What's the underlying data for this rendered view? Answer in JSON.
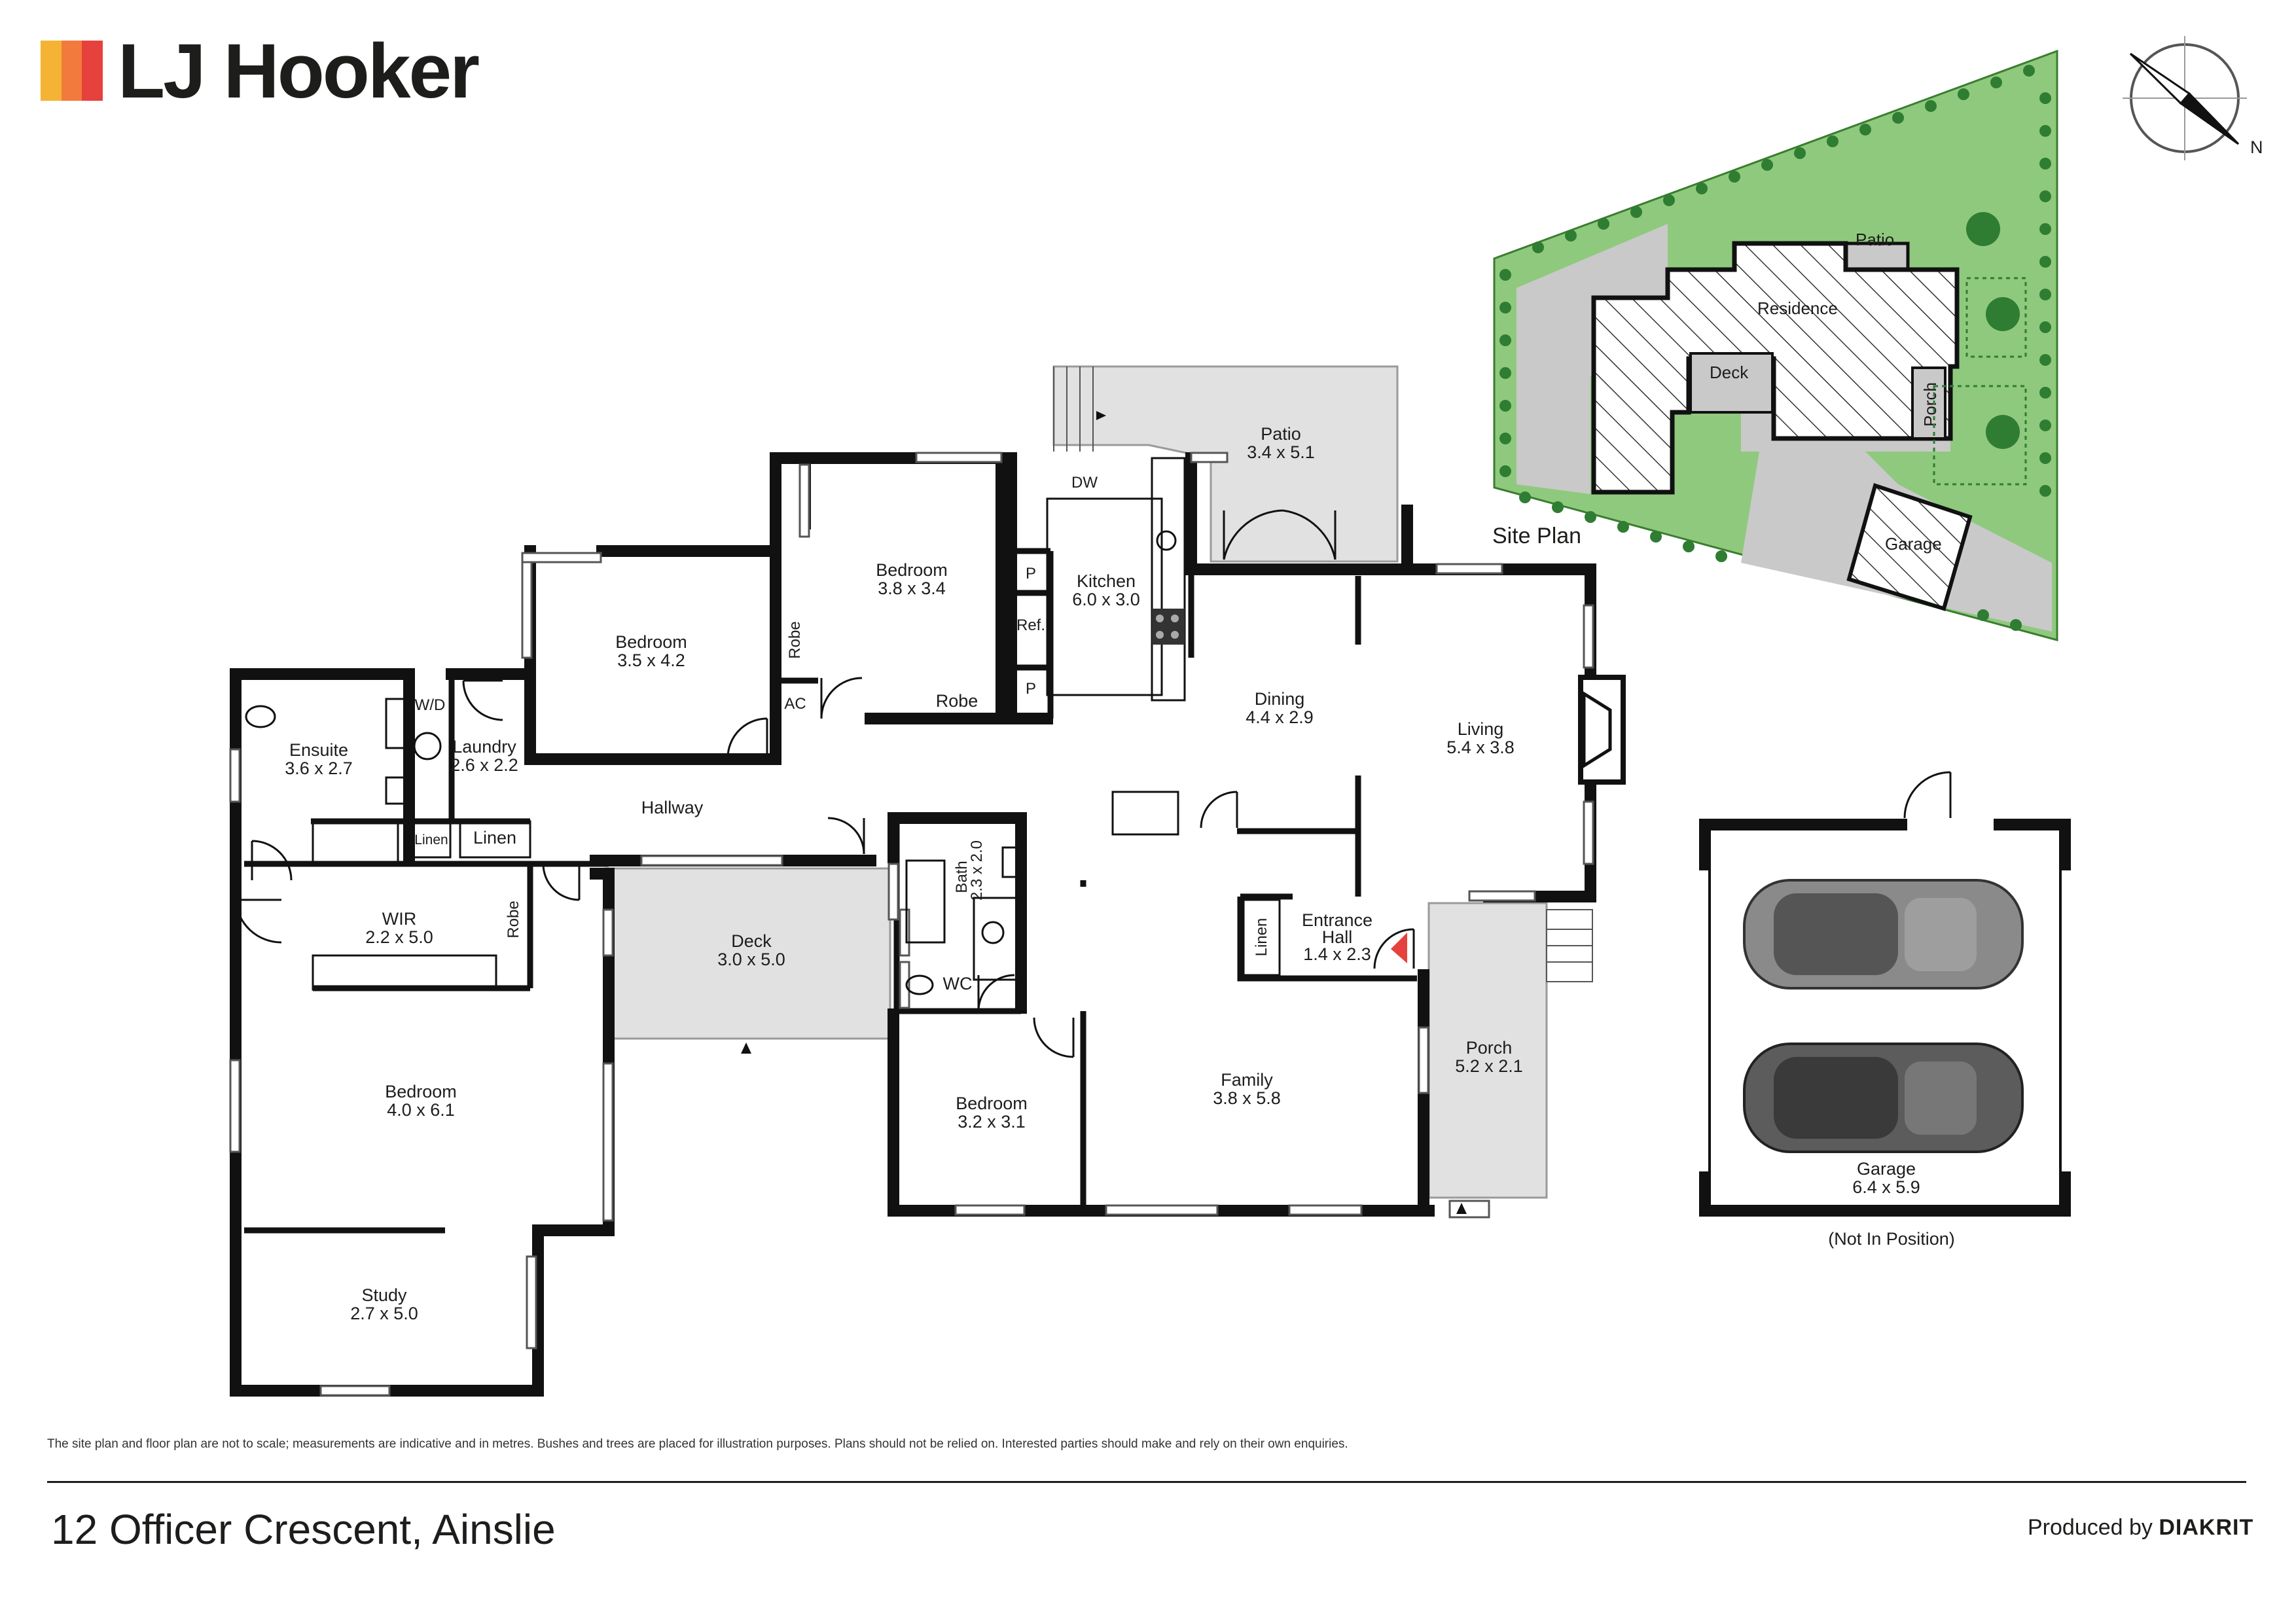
{
  "brand": {
    "name": "LJ Hooker",
    "colors": [
      "#f5b335",
      "#f27a3c",
      "#e6423d"
    ]
  },
  "compass": {
    "label": "N"
  },
  "site_plan": {
    "title": "Site Plan",
    "labels": {
      "patio": "Patio",
      "residence": "Residence",
      "deck": "Deck",
      "porch": "Porch",
      "garage": "Garage"
    }
  },
  "rooms": {
    "patio": {
      "name": "Patio",
      "size": "3.4 x 5.1"
    },
    "dw": "DW",
    "kitchen": {
      "name": "Kitchen",
      "size": "6.0 x 3.0"
    },
    "pantry1": "P",
    "ref": "Ref.",
    "pantry2": "P",
    "bedroom_ne": {
      "name": "Bedroom",
      "size": "3.8 x 3.4"
    },
    "robe_ne": "Robe",
    "bedroom_n": {
      "name": "Bedroom",
      "size": "3.5 x 4.2"
    },
    "robe_n": "Robe",
    "ac": "AC",
    "dining": {
      "name": "Dining",
      "size": "4.4 x 2.9"
    },
    "living": {
      "name": "Living",
      "size": "5.4 x 3.8"
    },
    "ensuite": {
      "name": "Ensuite",
      "size": "3.6 x 2.7"
    },
    "wd": "W/D",
    "laundry": {
      "name": "Laundry",
      "size": "2.6 x 2.2"
    },
    "hallway": "Hallway",
    "linen_small": "Linen",
    "linen_hall": "Linen",
    "wir": {
      "name": "WIR",
      "size": "2.2 x 5.0"
    },
    "robe_w": "Robe",
    "deck": {
      "name": "Deck",
      "size": "3.0 x 5.0"
    },
    "bath": {
      "name": "Bath",
      "size": "2.3 x 2.0"
    },
    "wc": "WC",
    "linen_entry": "Linen",
    "entrance_hall": {
      "name": "Entrance",
      "name2": "Hall",
      "size": "1.4 x 2.3"
    },
    "bedroom_main": {
      "name": "Bedroom",
      "size": "4.0 x 6.1"
    },
    "bedroom_s": {
      "name": "Bedroom",
      "size": "3.2 x 3.1"
    },
    "family": {
      "name": "Family",
      "size": "3.8 x 5.8"
    },
    "porch": {
      "name": "Porch",
      "size": "5.2 x 2.1"
    },
    "study": {
      "name": "Study",
      "size": "2.7 x 5.0"
    },
    "garage": {
      "name": "Garage",
      "size": "6.4 x 5.9",
      "note": "(Not In Position)"
    }
  },
  "disclaimer": "The site plan and floor plan are not to scale; measurements are indicative and in metres. Bushes and trees are placed for illustration purposes. Plans should not be relied on. Interested parties should make and rely on their own enquiries.",
  "address": "12 Officer Crescent, Ainslie",
  "producer": {
    "prefix": "Produced by",
    "name": "DIAKRIT"
  }
}
